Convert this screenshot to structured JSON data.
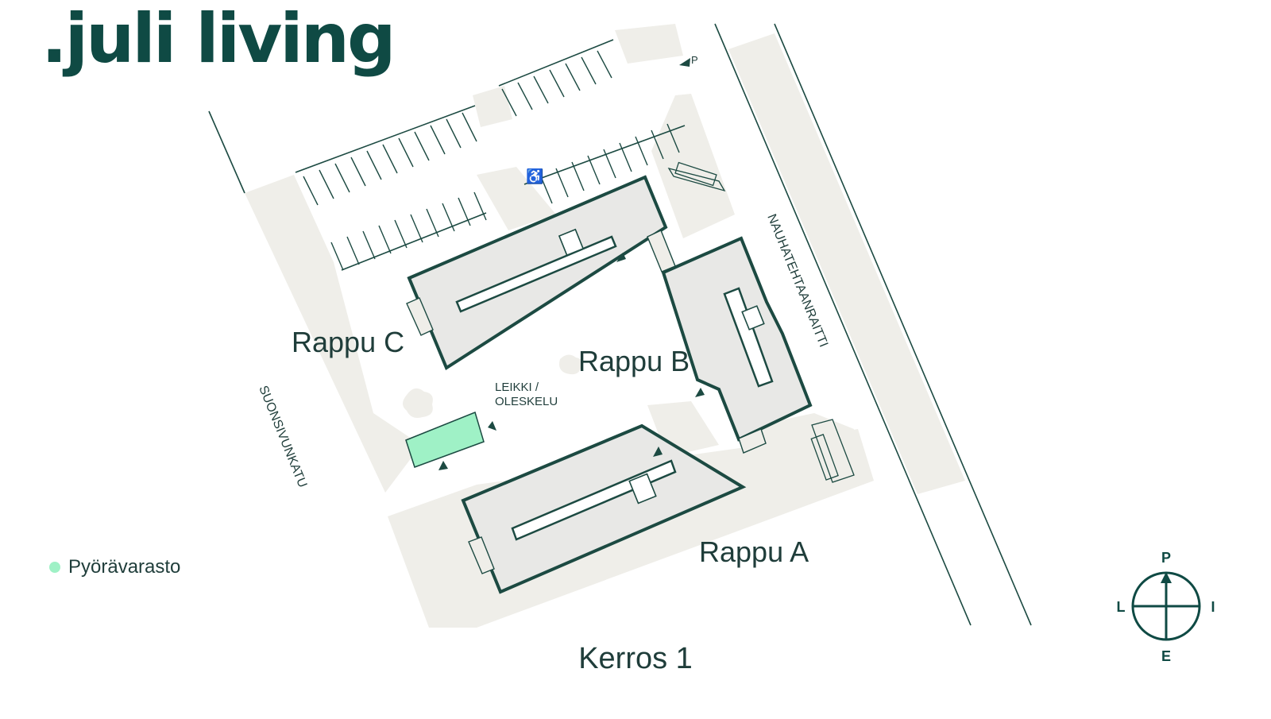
{
  "brand": {
    "logo_text": ".juli living"
  },
  "map": {
    "buildings": [
      {
        "label": "Rappu C"
      },
      {
        "label": "Rappu B"
      },
      {
        "label": "Rappu A"
      }
    ],
    "streets": [
      {
        "label": "NAUHATEHTAANRAITTI"
      },
      {
        "label": "SUONSIVUNKATU"
      }
    ],
    "area_label_line1": "LEIKKI /",
    "area_label_line2": "OLESKELU",
    "parking_mark": "P"
  },
  "legend": {
    "items": [
      {
        "label": "Pyörävarasto",
        "color": "#9ff1c6"
      }
    ]
  },
  "compass": {
    "north": "P",
    "east": "I",
    "south": "E",
    "west": "L"
  },
  "floor_label": "Kerros 1",
  "colors": {
    "brand": "#0f4a44",
    "building_fill": "#e8e8e6",
    "ground": "#efeee9",
    "bike_storage": "#9ff1c6",
    "line": "#1c4a42"
  }
}
